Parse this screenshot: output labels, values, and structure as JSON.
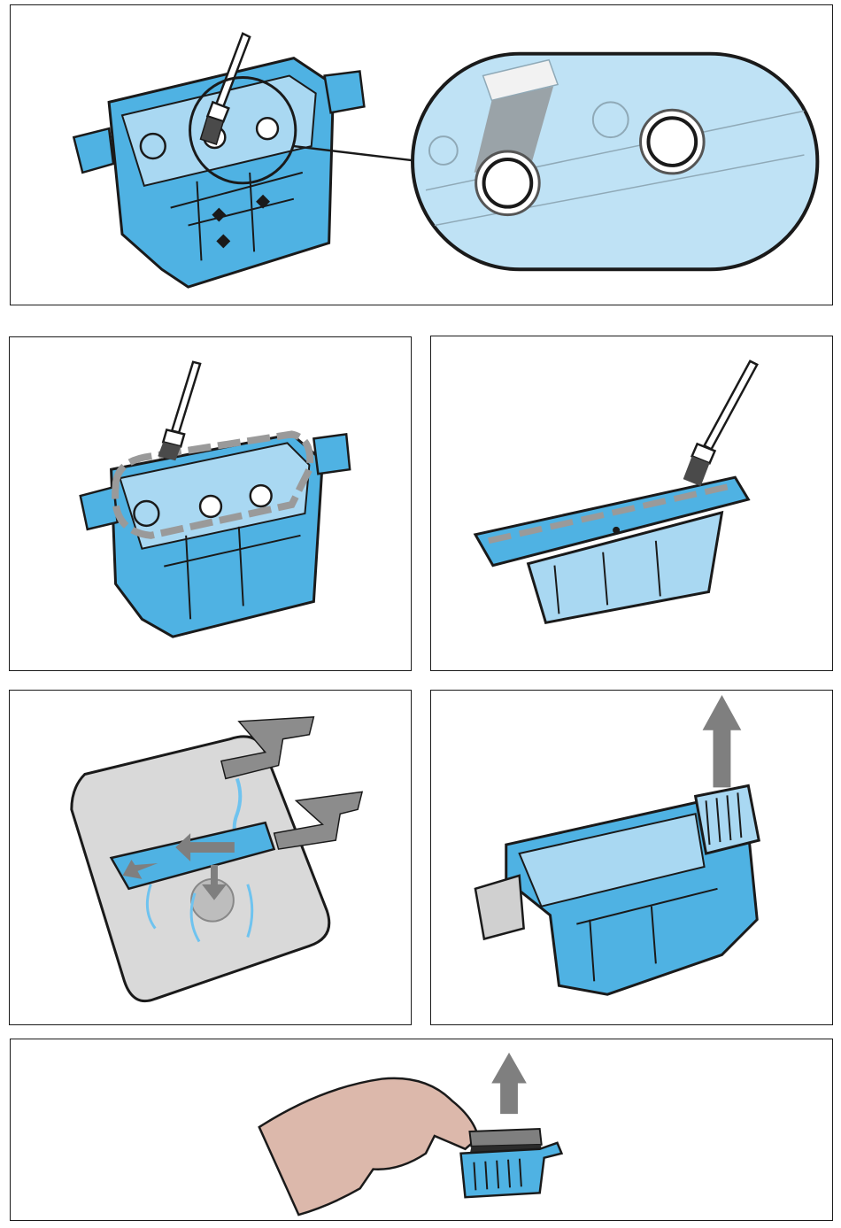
{
  "colors": {
    "part_blue": "#4fb2e3",
    "part_blue_light": "#a9d8f2",
    "part_blue_dark": "#2e8fc4",
    "outline": "#1a1a1a",
    "arrow_gray": "#7f7f7f",
    "sink_gray": "#d9d9d9",
    "faucet_gray": "#8c8c8c",
    "skin": "#dcb8ab",
    "water_blue": "#6fc3ef"
  },
  "panels": [
    {
      "id": "clean-dust-container-ports",
      "icons": [
        "dust-container-icon",
        "cleaning-brush-icon",
        "magnify-callout-icon",
        "rotation-arrow-icon"
      ]
    },
    {
      "id": "clean-container-rim",
      "icons": [
        "dust-container-icon",
        "cleaning-brush-icon",
        "dashed-path-arrow-icon"
      ]
    },
    {
      "id": "clean-lid-edge",
      "icons": [
        "container-lid-icon",
        "cleaning-brush-icon",
        "dashed-path-arrow-icon"
      ]
    },
    {
      "id": "rinse-under-tap",
      "icons": [
        "sink-icon",
        "faucet-icon",
        "water-stream-icon",
        "flow-arrow-icon"
      ]
    },
    {
      "id": "remove-filter",
      "icons": [
        "dust-container-icon",
        "filter-icon",
        "up-arrow-icon"
      ]
    },
    {
      "id": "brush-filter",
      "icons": [
        "hand-icon",
        "brush-icon",
        "filter-icon",
        "up-arrow-icon"
      ]
    }
  ]
}
